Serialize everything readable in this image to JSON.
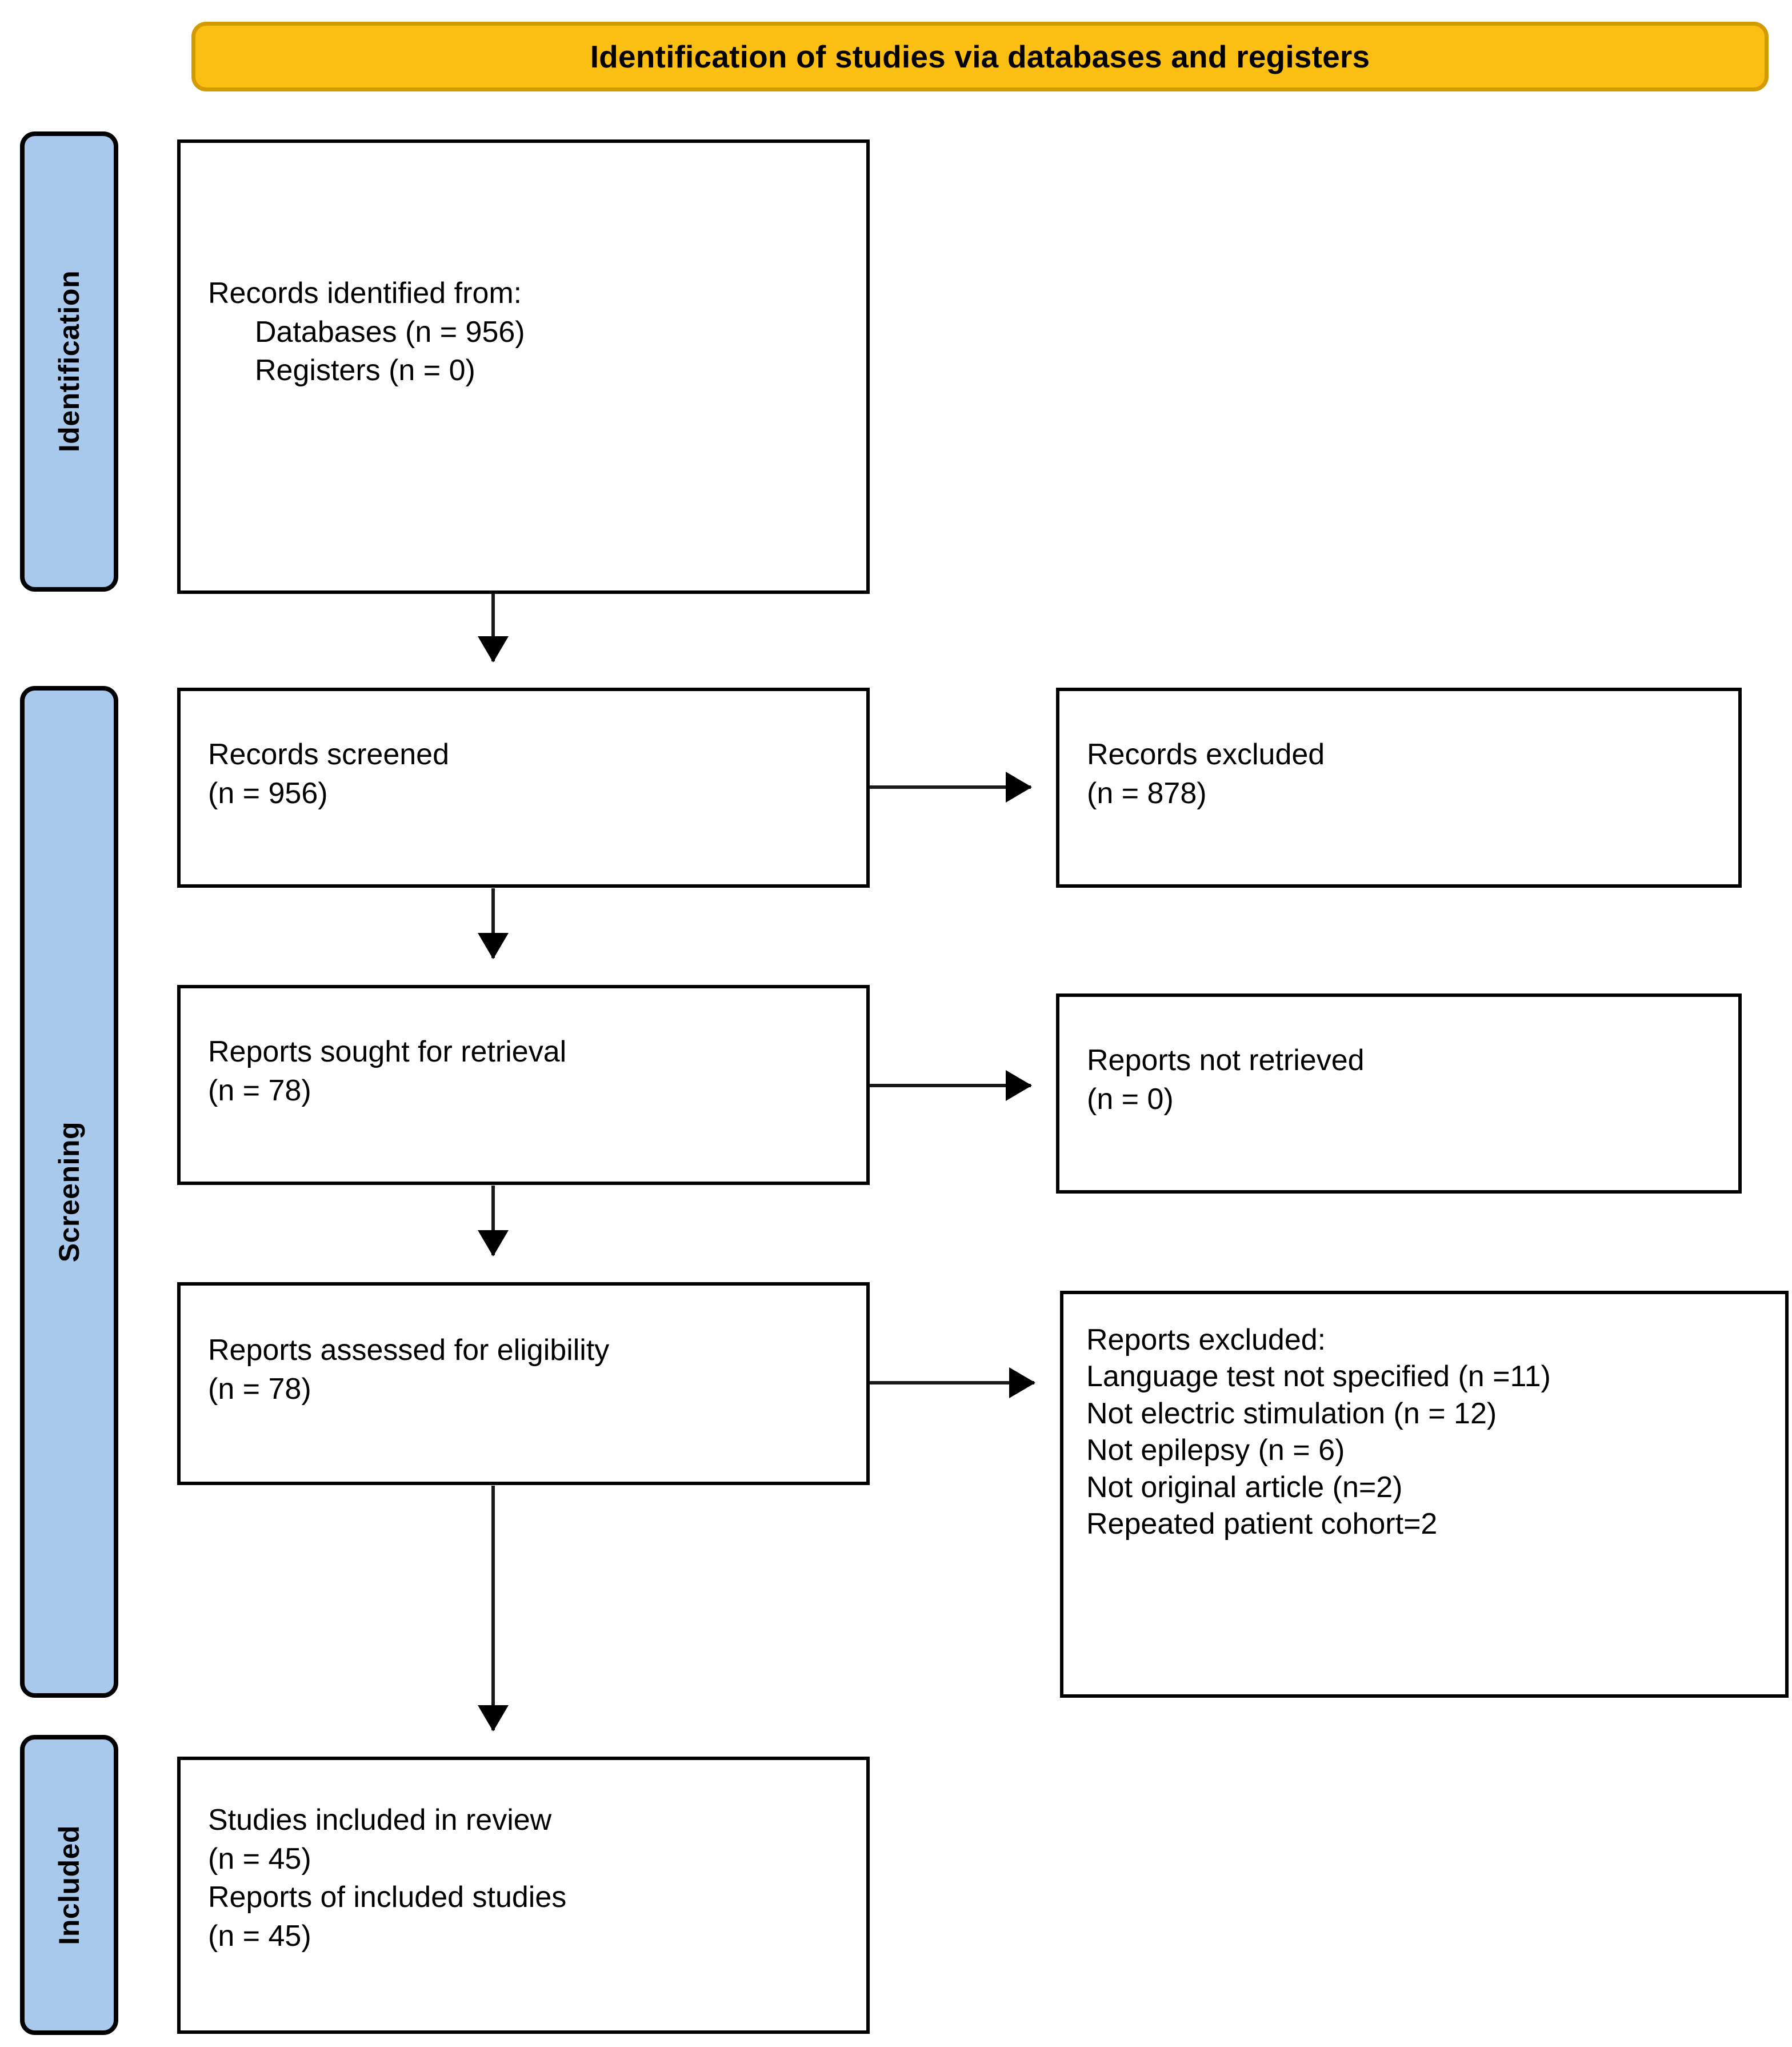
{
  "banner": {
    "title": "Identification of studies via databases and registers",
    "fill_color": "#FBBE13",
    "border_color": "#D29B00"
  },
  "stages": {
    "fill_color": "#A8C9EC",
    "border_color": "#000000",
    "identification": "Identification",
    "screening": "Screening",
    "included": "Included"
  },
  "boxes": {
    "identified": {
      "line1": "Records identified from:",
      "line2": "Databases (n = 956)",
      "line3": "Registers (n = 0)"
    },
    "screened": {
      "line1": "Records screened",
      "line2": "(n = 956)"
    },
    "excluded_records": {
      "line1": "Records excluded",
      "line2": "(n = 878)"
    },
    "sought": {
      "line1": "Reports sought for retrieval",
      "line2": "(n = 78)"
    },
    "not_retrieved": {
      "line1": "Reports not retrieved",
      "line2": "(n = 0)"
    },
    "assessed": {
      "line1": "Reports assessed for eligibility",
      "line2": "(n = 78)"
    },
    "reports_excluded": {
      "heading": "Reports excluded:",
      "reason1": "Language test not specified (n =11)",
      "reason2": "Not electric stimulation (n = 12)",
      "reason3": "Not epilepsy (n = 6)",
      "reason4": "Not original article (n=2)",
      "reason5": "Repeated patient cohort=2"
    },
    "included": {
      "line1": "Studies included in review",
      "line2": "(n = 45)",
      "line3": "Reports of included studies",
      "line4": "(n = 45)"
    }
  },
  "chart_data": {
    "type": "diagram",
    "title": "Identification of studies via databases and registers",
    "nodes": [
      {
        "id": "identified",
        "stage": "Identification",
        "label": "Records identified from:",
        "databases": 956,
        "registers": 0
      },
      {
        "id": "screened",
        "stage": "Screening",
        "label": "Records screened",
        "n": 956
      },
      {
        "id": "excluded_records",
        "stage": "Screening",
        "label": "Records excluded",
        "n": 878
      },
      {
        "id": "sought",
        "stage": "Screening",
        "label": "Reports sought for retrieval",
        "n": 78
      },
      {
        "id": "not_retrieved",
        "stage": "Screening",
        "label": "Reports not retrieved",
        "n": 0
      },
      {
        "id": "assessed",
        "stage": "Screening",
        "label": "Reports assessed for eligibility",
        "n": 78
      },
      {
        "id": "reports_excluded",
        "stage": "Screening",
        "label": "Reports excluded:",
        "reasons": [
          {
            "reason": "Language test not specified",
            "n": 11
          },
          {
            "reason": "Not electric stimulation",
            "n": 12
          },
          {
            "reason": "Not epilepsy",
            "n": 6
          },
          {
            "reason": "Not original article",
            "n": 2
          },
          {
            "reason": "Repeated patient cohort",
            "n": 2
          }
        ]
      },
      {
        "id": "included",
        "stage": "Included",
        "label": "Studies included in review",
        "studies_n": 45,
        "reports_n": 45
      }
    ],
    "edges": [
      {
        "from": "identified",
        "to": "screened",
        "direction": "down"
      },
      {
        "from": "screened",
        "to": "excluded_records",
        "direction": "right"
      },
      {
        "from": "screened",
        "to": "sought",
        "direction": "down"
      },
      {
        "from": "sought",
        "to": "not_retrieved",
        "direction": "right"
      },
      {
        "from": "sought",
        "to": "assessed",
        "direction": "down"
      },
      {
        "from": "assessed",
        "to": "reports_excluded",
        "direction": "right"
      },
      {
        "from": "assessed",
        "to": "included",
        "direction": "down"
      }
    ]
  }
}
